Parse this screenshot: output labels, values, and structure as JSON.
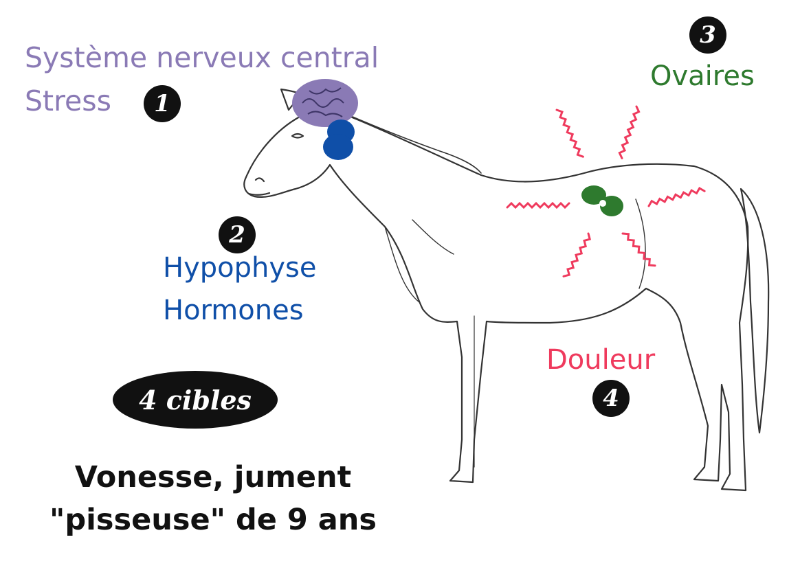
{
  "colors": {
    "cns": "#8a7ab5",
    "hypophyse": "#0f4fa8",
    "ovaires": "#2e7a2e",
    "douleur": "#ef3a5d",
    "dark": "#111111"
  },
  "labels": {
    "cns_line1": "Système nerveux central",
    "cns_line2": "Stress",
    "hypophyse_line1": "Hypophyse",
    "hypophyse_line2": "Hormones",
    "ovaires": "Ovaires",
    "douleur": "Douleur"
  },
  "numbers": {
    "n1": "1",
    "n2": "2",
    "n3": "3",
    "n4": "4"
  },
  "badge": "4 cibles",
  "caption": {
    "line1": "Vonesse, jument",
    "line2": "\"pisseuse\" de 9 ans"
  },
  "icons": [
    "brain-icon",
    "pituitary-gland-icon",
    "ovaries-icon",
    "pain-squiggle-icon"
  ]
}
